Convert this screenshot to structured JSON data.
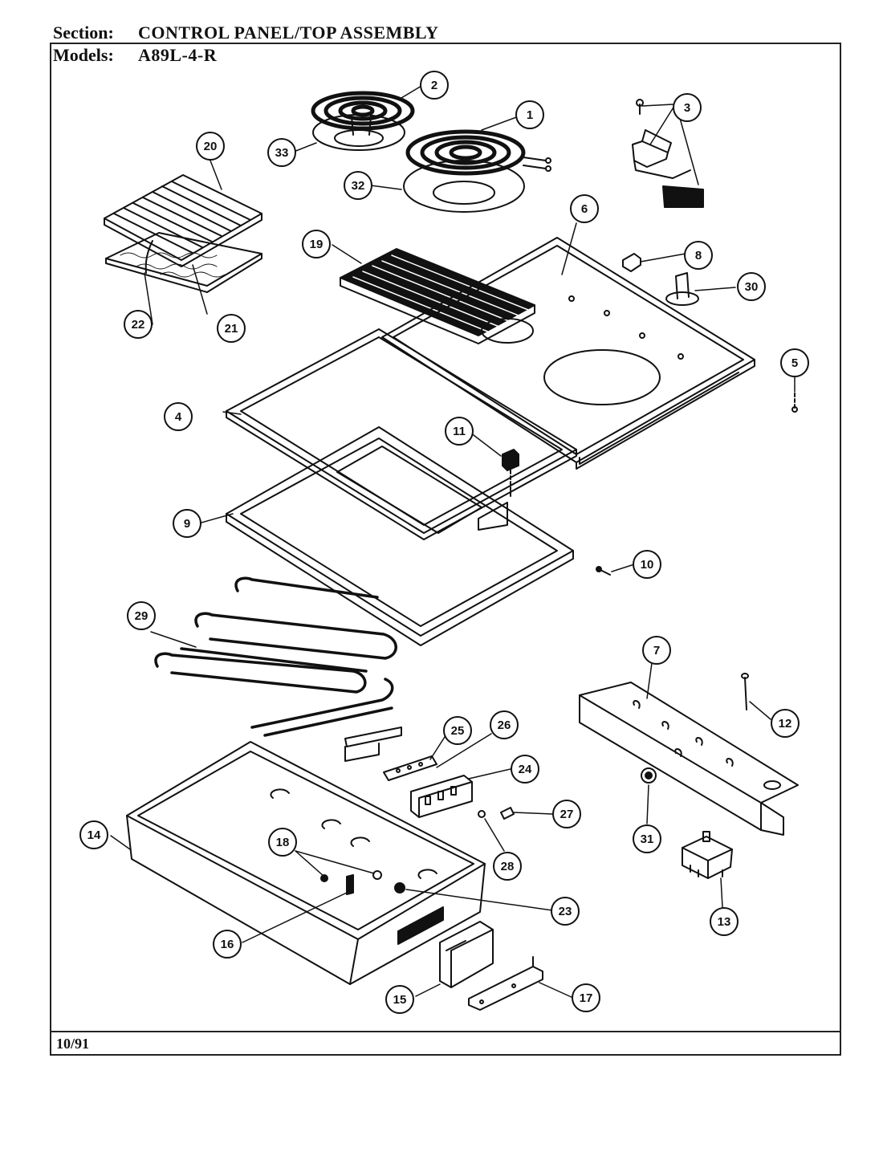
{
  "header": {
    "section_label": "Section:",
    "section_title": "CONTROL PANEL/TOP ASSEMBLY",
    "models_label": "Models:",
    "model_number": "A89L-4-R"
  },
  "footer": {
    "date": "10/91"
  },
  "callouts": [
    {
      "num": "1"
    },
    {
      "num": "2"
    },
    {
      "num": "3"
    },
    {
      "num": "4"
    },
    {
      "num": "5"
    },
    {
      "num": "6"
    },
    {
      "num": "7"
    },
    {
      "num": "8"
    },
    {
      "num": "9"
    },
    {
      "num": "10"
    },
    {
      "num": "11"
    },
    {
      "num": "12"
    },
    {
      "num": "13"
    },
    {
      "num": "14"
    },
    {
      "num": "15"
    },
    {
      "num": "16"
    },
    {
      "num": "17"
    },
    {
      "num": "18"
    },
    {
      "num": "19"
    },
    {
      "num": "20"
    },
    {
      "num": "21"
    },
    {
      "num": "22"
    },
    {
      "num": "23"
    },
    {
      "num": "24"
    },
    {
      "num": "25"
    },
    {
      "num": "26"
    },
    {
      "num": "27"
    },
    {
      "num": "28"
    },
    {
      "num": "29"
    },
    {
      "num": "30"
    },
    {
      "num": "31"
    },
    {
      "num": "32"
    },
    {
      "num": "33"
    }
  ]
}
